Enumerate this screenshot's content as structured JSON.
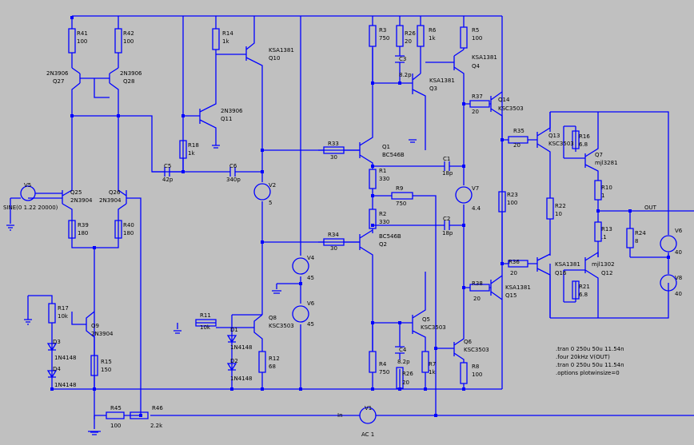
{
  "window": {
    "title": "LTspice schematic"
  },
  "components": {
    "R41": {
      "ref": "R41",
      "value": "100"
    },
    "R42": {
      "ref": "R42",
      "value": "100"
    },
    "R14": {
      "ref": "R14",
      "value": "1k"
    },
    "Q10": {
      "ref": "Q10",
      "model": "KSA1381"
    },
    "Q27": {
      "ref": "Q27",
      "model": "2N3906"
    },
    "Q28": {
      "ref": "Q28",
      "model": "2N3906"
    },
    "Q11": {
      "ref": "Q11",
      "model": "2N3906"
    },
    "R18": {
      "ref": "R18",
      "value": "1k"
    },
    "C5": {
      "ref": "C5",
      "value": "42p"
    },
    "C6": {
      "ref": "C6",
      "value": "340p"
    },
    "V5": {
      "ref": "V5",
      "value": "SINE(0 1.22 20000)"
    },
    "Q25": {
      "ref": "Q25",
      "model": "2N3904"
    },
    "Q26": {
      "ref": "Q26",
      "model": "2N3904"
    },
    "R39": {
      "ref": "R39",
      "value": "180"
    },
    "R40": {
      "ref": "R40",
      "value": "180"
    },
    "R17": {
      "ref": "R17",
      "value": "10k"
    },
    "Q9": {
      "ref": "Q9",
      "model": "2N3904"
    },
    "D3": {
      "ref": "D3",
      "model": "1N4148"
    },
    "D4": {
      "ref": "D4",
      "model": "1N4148"
    },
    "R15": {
      "ref": "R15",
      "value": "150"
    },
    "R45": {
      "ref": "R45",
      "value": "100"
    },
    "R46": {
      "ref": "R46",
      "value": "2.2k"
    },
    "V2": {
      "ref": "V2",
      "value": "5"
    },
    "V4": {
      "ref": "V4",
      "value": "45"
    },
    "V6": {
      "ref": "V6",
      "value": "45"
    },
    "R11": {
      "ref": "R11",
      "value": "10k"
    },
    "Q8": {
      "ref": "Q8",
      "model": "KSC3503"
    },
    "D1": {
      "ref": "D1",
      "model": "1N4148"
    },
    "D2": {
      "ref": "D2",
      "model": "1N4148"
    },
    "R12": {
      "ref": "R12",
      "value": "68"
    },
    "R33": {
      "ref": "R33",
      "value": "30"
    },
    "R34": {
      "ref": "R34",
      "value": "30"
    },
    "Q1": {
      "ref": "Q1",
      "model": "BC546B"
    },
    "Q2": {
      "ref": "Q2",
      "model": "BC546B"
    },
    "R3": {
      "ref": "R3",
      "value": "750"
    },
    "R1": {
      "ref": "R1",
      "value": "330"
    },
    "R2": {
      "ref": "R2",
      "value": "330"
    },
    "R9": {
      "ref": "R9",
      "value": "750"
    },
    "R4": {
      "ref": "R4",
      "value": "750"
    },
    "R26a": {
      "ref": "R26",
      "value": "20"
    },
    "C3": {
      "ref": "C3",
      "value": "8.2p"
    },
    "R6": {
      "ref": "R6",
      "value": "1k"
    },
    "Q3": {
      "ref": "Q3",
      "model": "KSA1381"
    },
    "C1": {
      "ref": "C1",
      "value": "18p"
    },
    "C2": {
      "ref": "C2",
      "value": "18p"
    },
    "Q5": {
      "ref": "Q5",
      "model": "KSC3503"
    },
    "C4": {
      "ref": "C4",
      "value": "8.2p"
    },
    "R26b": {
      "ref": "R26",
      "value": "20"
    },
    "R7": {
      "ref": "R7",
      "value": "1k"
    },
    "R5": {
      "ref": "R5",
      "value": "100"
    },
    "Q4": {
      "ref": "Q4",
      "model": "KSA1381"
    },
    "V7": {
      "ref": "V7",
      "value": "4.4"
    },
    "Q6": {
      "ref": "Q6",
      "model": "KSC3503"
    },
    "R8": {
      "ref": "R8",
      "value": "100"
    },
    "R37": {
      "ref": "R37",
      "value": "20"
    },
    "Q14": {
      "ref": "Q14",
      "model": "KSC3503"
    },
    "R38": {
      "ref": "R38",
      "value": "20"
    },
    "Q15": {
      "ref": "Q15",
      "model": "KSA1381"
    },
    "R23": {
      "ref": "R23",
      "value": "100"
    },
    "R35": {
      "ref": "R35",
      "value": "20"
    },
    "Q13": {
      "ref": "Q13",
      "model": "KSC3503"
    },
    "R16": {
      "ref": "R16",
      "value": "6.8"
    },
    "Q7": {
      "ref": "Q7",
      "model": "mjl3281"
    },
    "R10": {
      "ref": "R10",
      "value": "1"
    },
    "R22": {
      "ref": "R22",
      "value": "10"
    },
    "R13": {
      "ref": "R13",
      "value": ".1"
    },
    "R24": {
      "ref": "R24",
      "value": "8"
    },
    "R36": {
      "ref": "R36",
      "value": "20"
    },
    "Q16": {
      "ref": "Q16",
      "model": "KSA1381"
    },
    "Q12": {
      "ref": "Q12",
      "model": "mjl1302"
    },
    "R21": {
      "ref": "R21",
      "value": "6.8"
    },
    "V8": {
      "ref": "V8",
      "value": "40"
    },
    "V6b": {
      "ref": "V6",
      "value": "40"
    },
    "V1": {
      "ref": "V1",
      "value": "AC 1"
    }
  },
  "nets": {
    "out": "OUT",
    "in": "In"
  },
  "directives": [
    ".tran 0 250u 50u 11.54n",
    ".four 20kHz V(OUT)",
    ".tran 0 250u 50u 11.54n",
    ".options plotwinsize=0"
  ]
}
